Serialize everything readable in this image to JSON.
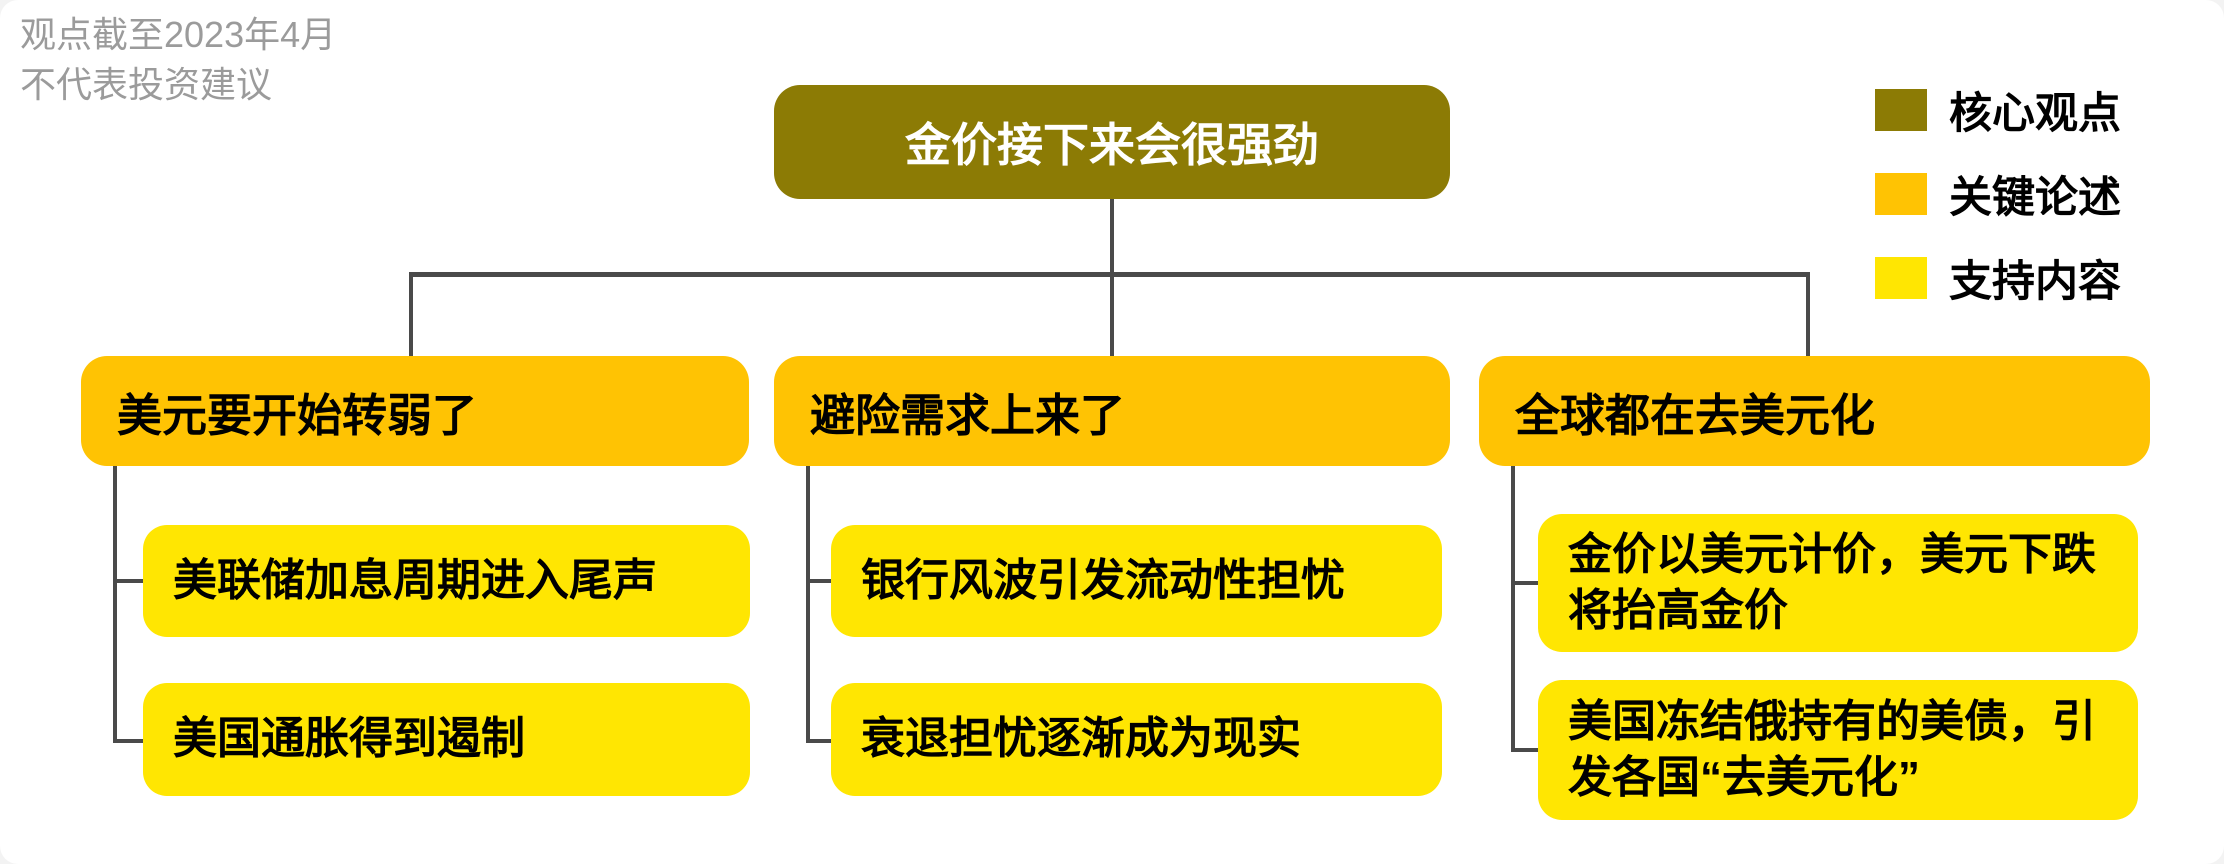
{
  "meta": {
    "note": "观点截至2023年4月\n不代表投资建议"
  },
  "colors": {
    "core": "#8C7B05",
    "key": "#FFC303",
    "support": "#FFE602",
    "connector": "#4a4a4a",
    "note_text": "#9b9b9b",
    "root_text": "#ffffff",
    "node_text": "#000000"
  },
  "root": {
    "label": "金价接下来会很强劲"
  },
  "legend": {
    "items": [
      {
        "name": "core",
        "label": "核心观点"
      },
      {
        "name": "key",
        "label": "关键论述"
      },
      {
        "name": "support",
        "label": "支持内容"
      }
    ]
  },
  "branches": [
    {
      "label": "美元要开始转弱了",
      "children": [
        "美联储加息周期进入尾声",
        "美国通胀得到遏制"
      ]
    },
    {
      "label": "避险需求上来了",
      "children": [
        "银行风波引发流动性担忧",
        "衰退担忧逐渐成为现实"
      ]
    },
    {
      "label": "全球都在去美元化",
      "children": [
        "金价以美元计价，美元下跌将抬高金价",
        "美国冻结俄持有的美债，引发各国“去美元化”"
      ]
    }
  ]
}
